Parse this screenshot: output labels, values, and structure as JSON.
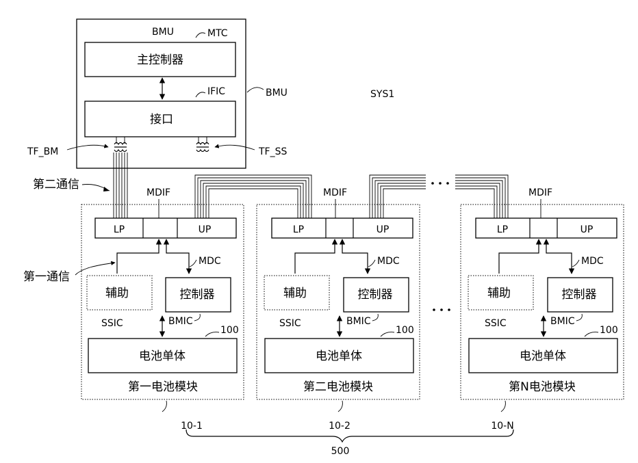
{
  "bmu": {
    "title": "BMU",
    "main_controller": "主控制器",
    "interface": "接口",
    "label_mtc": "MTC",
    "label_ific": "IFIC",
    "label_bmu_side": "BMU",
    "label_tf_bm": "TF_BM",
    "label_tf_ss": "TF_SS"
  },
  "system_label": "SYS1",
  "comm": {
    "second": "第二通信",
    "first": "第一通信"
  },
  "modules": [
    {
      "name": "第一电池模块",
      "ref": "10-1",
      "mdif": "MDIF",
      "lp": "LP",
      "up": "UP",
      "aux": "辅助",
      "ssic": "SSIC",
      "controller": "控制器",
      "mdc": "MDC",
      "bmic": "BMIC",
      "cell_ref": "100",
      "cell": "电池单体"
    },
    {
      "name": "第二电池模块",
      "ref": "10-2",
      "mdif": "MDIF",
      "lp": "LP",
      "up": "UP",
      "aux": "辅助",
      "ssic": "SSIC",
      "controller": "控制器",
      "mdc": "MDC",
      "bmic": "BMIC",
      "cell_ref": "100",
      "cell": "电池单体"
    },
    {
      "name": "第N电池模块",
      "ref": "10-N",
      "mdif": "MDIF",
      "lp": "LP",
      "up": "UP",
      "aux": "辅助",
      "ssic": "SSIC",
      "controller": "控制器",
      "mdc": "MDC",
      "bmic": "BMIC",
      "cell_ref": "100",
      "cell": "电池单体"
    }
  ],
  "group_ref": "500"
}
